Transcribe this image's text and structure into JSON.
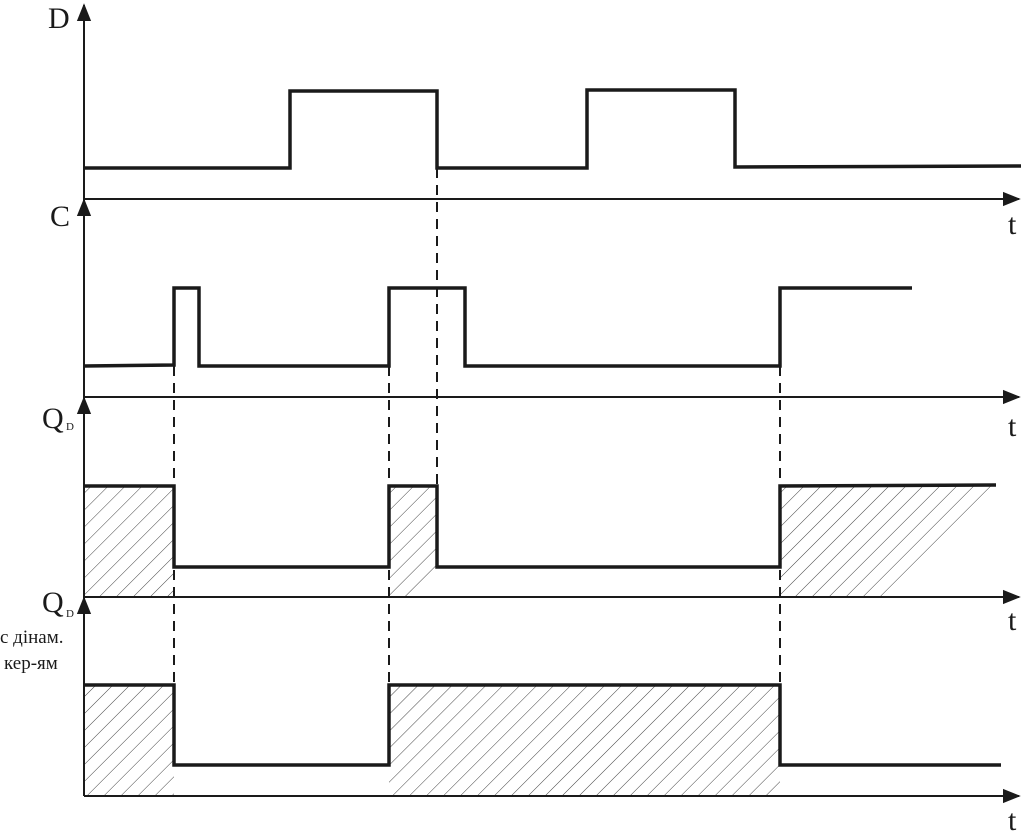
{
  "axes": {
    "d_label": "D",
    "c_label": "C",
    "q_label": "Q",
    "q_subscript": "D",
    "q_dynamic_label": "Q",
    "q_dynamic_subscript": "D",
    "q_dynamic_note_line1": "с дінам.",
    "q_dynamic_note_line2": "кер-ям",
    "time_label": "t"
  },
  "colors": {
    "signal": "#1a1a1a",
    "hatch": "#333333",
    "background": "#ffffff"
  }
}
